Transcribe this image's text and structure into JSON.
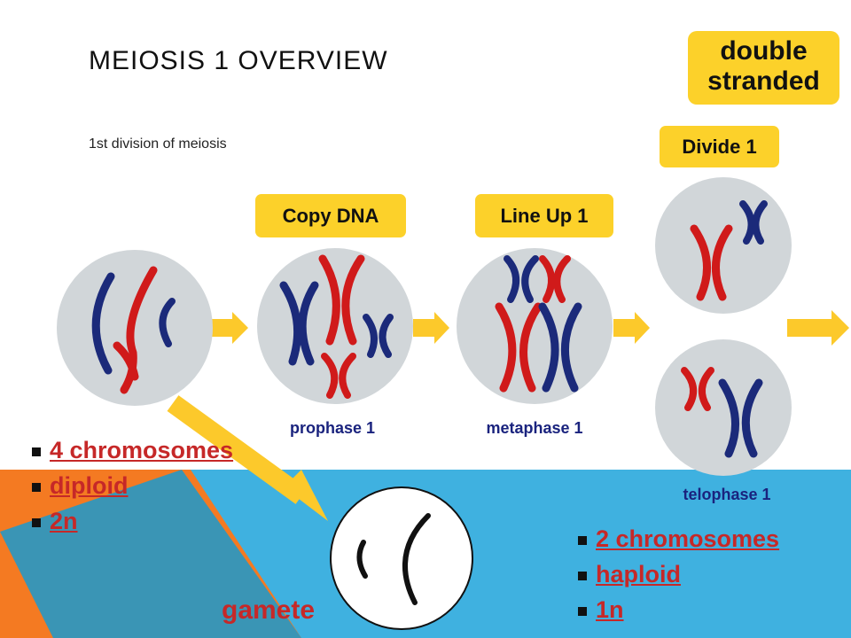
{
  "slide": {
    "title": "MEIOSIS 1 OVERVIEW",
    "subtitle": "1st division of meiosis"
  },
  "tags": {
    "double_stranded": [
      "double",
      "stranded"
    ],
    "divide1": "Divide 1",
    "copy_dna": "Copy DNA",
    "line_up1": "Line Up 1"
  },
  "stages": {
    "prophase": "prophase 1",
    "metaphase": "metaphase 1",
    "telophase": "telophase 1"
  },
  "left_list": [
    "4 chromosomes",
    "diploid",
    "2n"
  ],
  "right_list": [
    "2 chromosomes",
    "haploid",
    "1n"
  ],
  "gamete_label": "gamete",
  "colors": {
    "cell": "#d1d6d9",
    "chromosome_red": "#d01a1a",
    "chromosome_blue": "#1b2a7a",
    "arrow": "#fcc92b",
    "tag": "#fcd12a",
    "bg_blue": "#3fb1e0",
    "bg_orange": "#f47a22",
    "link_red": "#c62828",
    "stage_text": "#1a237e"
  }
}
